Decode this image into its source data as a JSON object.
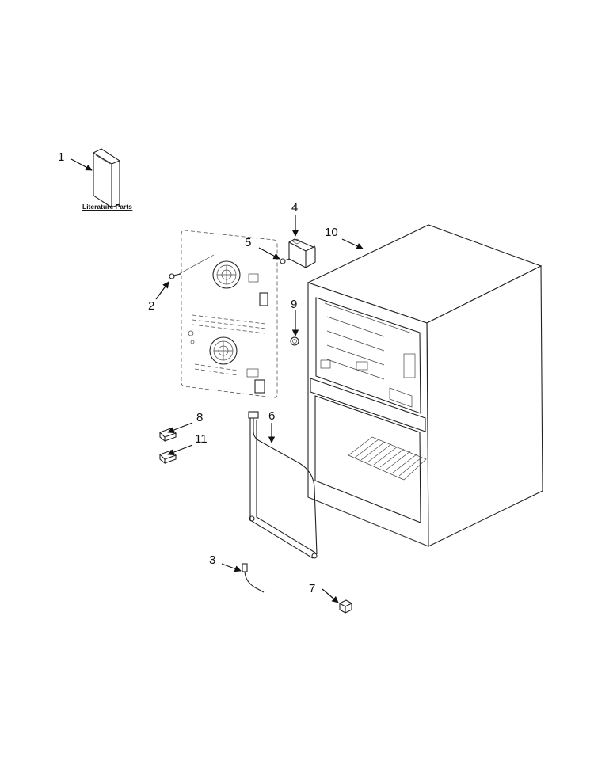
{
  "literature_label": "Literature Parts",
  "callouts": [
    {
      "id": "1",
      "text": "1"
    },
    {
      "id": "2",
      "text": "2"
    },
    {
      "id": "3",
      "text": "3"
    },
    {
      "id": "4",
      "text": "4"
    },
    {
      "id": "5",
      "text": "5"
    },
    {
      "id": "6",
      "text": "6"
    },
    {
      "id": "7",
      "text": "7"
    },
    {
      "id": "8",
      "text": "8"
    },
    {
      "id": "9",
      "text": "9"
    },
    {
      "id": "10",
      "text": "10"
    },
    {
      "id": "11",
      "text": "11"
    }
  ]
}
